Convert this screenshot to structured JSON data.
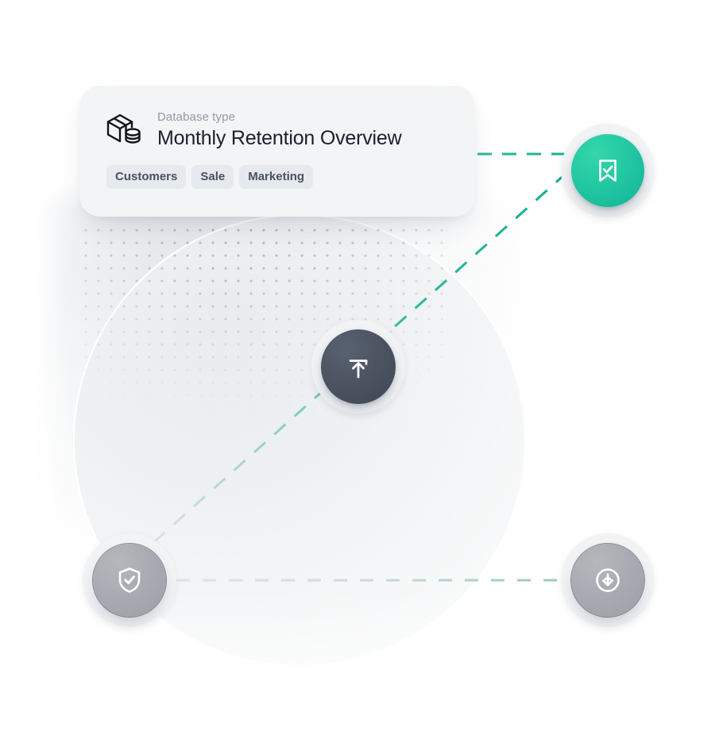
{
  "card": {
    "icon": "database-package-icon",
    "eyebrow": "Database type",
    "title": "Monthly Retention Overview",
    "tags": [
      {
        "label": "Customers"
      },
      {
        "label": "Sale"
      },
      {
        "label": "Marketing"
      }
    ]
  },
  "nodes": [
    {
      "id": "validate",
      "icon": "bookmark-check-icon",
      "color": "#1EC8A3",
      "position": "top-right"
    },
    {
      "id": "upload",
      "icon": "upload-icon",
      "color": "#4B5361",
      "position": "center"
    },
    {
      "id": "secure",
      "icon": "shield-check-icon",
      "color": "#A7ABB1",
      "position": "bottom-left"
    },
    {
      "id": "download",
      "icon": "download-circle-icon",
      "color": "#A7ABB1",
      "position": "bottom-right"
    }
  ],
  "connectors": [
    {
      "id": "card-to-validate",
      "style": "dashed",
      "color": "#1EB894"
    },
    {
      "id": "secure-to-validate",
      "style": "dashed",
      "color": "#1EB894"
    },
    {
      "id": "secure-to-download",
      "style": "dashed",
      "color": "#9FC9C2"
    }
  ],
  "theme": {
    "accent": "#1EC8A3",
    "card_background": "#F2F4F6",
    "tag_background": "#E6E9ED",
    "title_color": "#1A202C",
    "eyebrow_color": "#939AA6",
    "page_background": "#FFFFFF"
  }
}
